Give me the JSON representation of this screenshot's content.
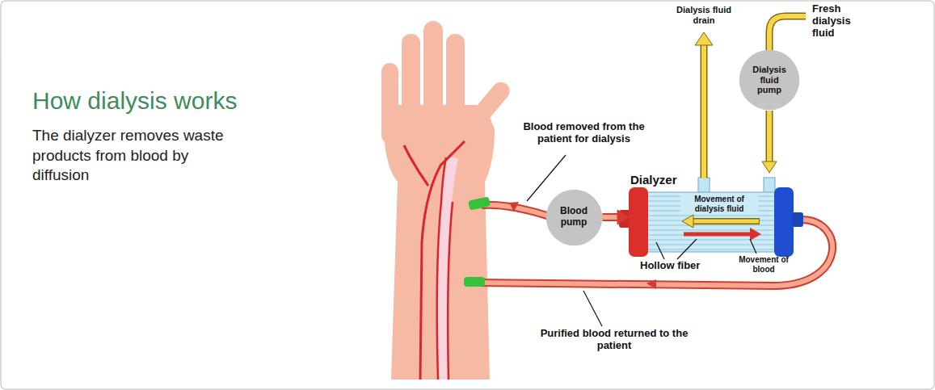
{
  "diagram": {
    "title": "How dialysis works",
    "caption": "The dialyzer removes waste products from blood by diffusion",
    "nodes": [
      {
        "text": [
          "Blood pump"
        ]
      },
      {
        "text": [
          "Dialysis fluid pump"
        ]
      },
      {
        "text": [
          "Dialyzer"
        ]
      }
    ],
    "edges": [
      {
        "from": 0,
        "to": 2,
        "arrow": "to"
      },
      {
        "from": 1,
        "to": 2,
        "arrow": "to"
      }
    ],
    "labels": [
      "Blood removed from the patient for dialysis",
      "Dialysis fluid drain",
      "Fresh dialysis fluid",
      "Movement of dialysis fluid",
      "Hollow fiber",
      "Movement of blood",
      "Purified blood returned to the patient"
    ]
  }
}
